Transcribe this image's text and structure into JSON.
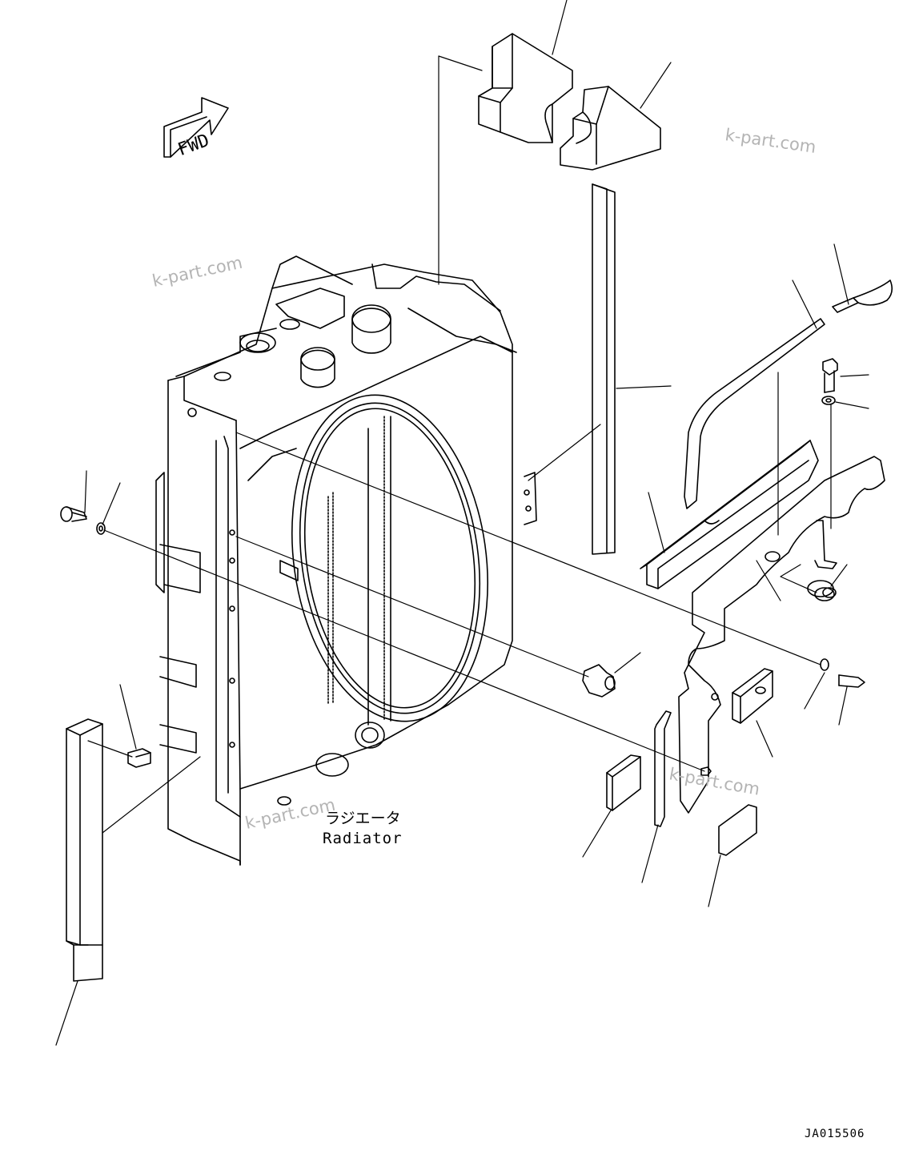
{
  "fwd_label": "FWD",
  "radiator": {
    "label_jp": "ラジエータ",
    "label_en": "Radiator"
  },
  "watermarks": [
    "k-part.com",
    "k-part.com",
    "k-part.com",
    "k-part.com"
  ],
  "drawing_number": "JA015506",
  "colors": {
    "line": "#000000",
    "watermark": "#b4b4b4",
    "background": "#ffffff"
  }
}
